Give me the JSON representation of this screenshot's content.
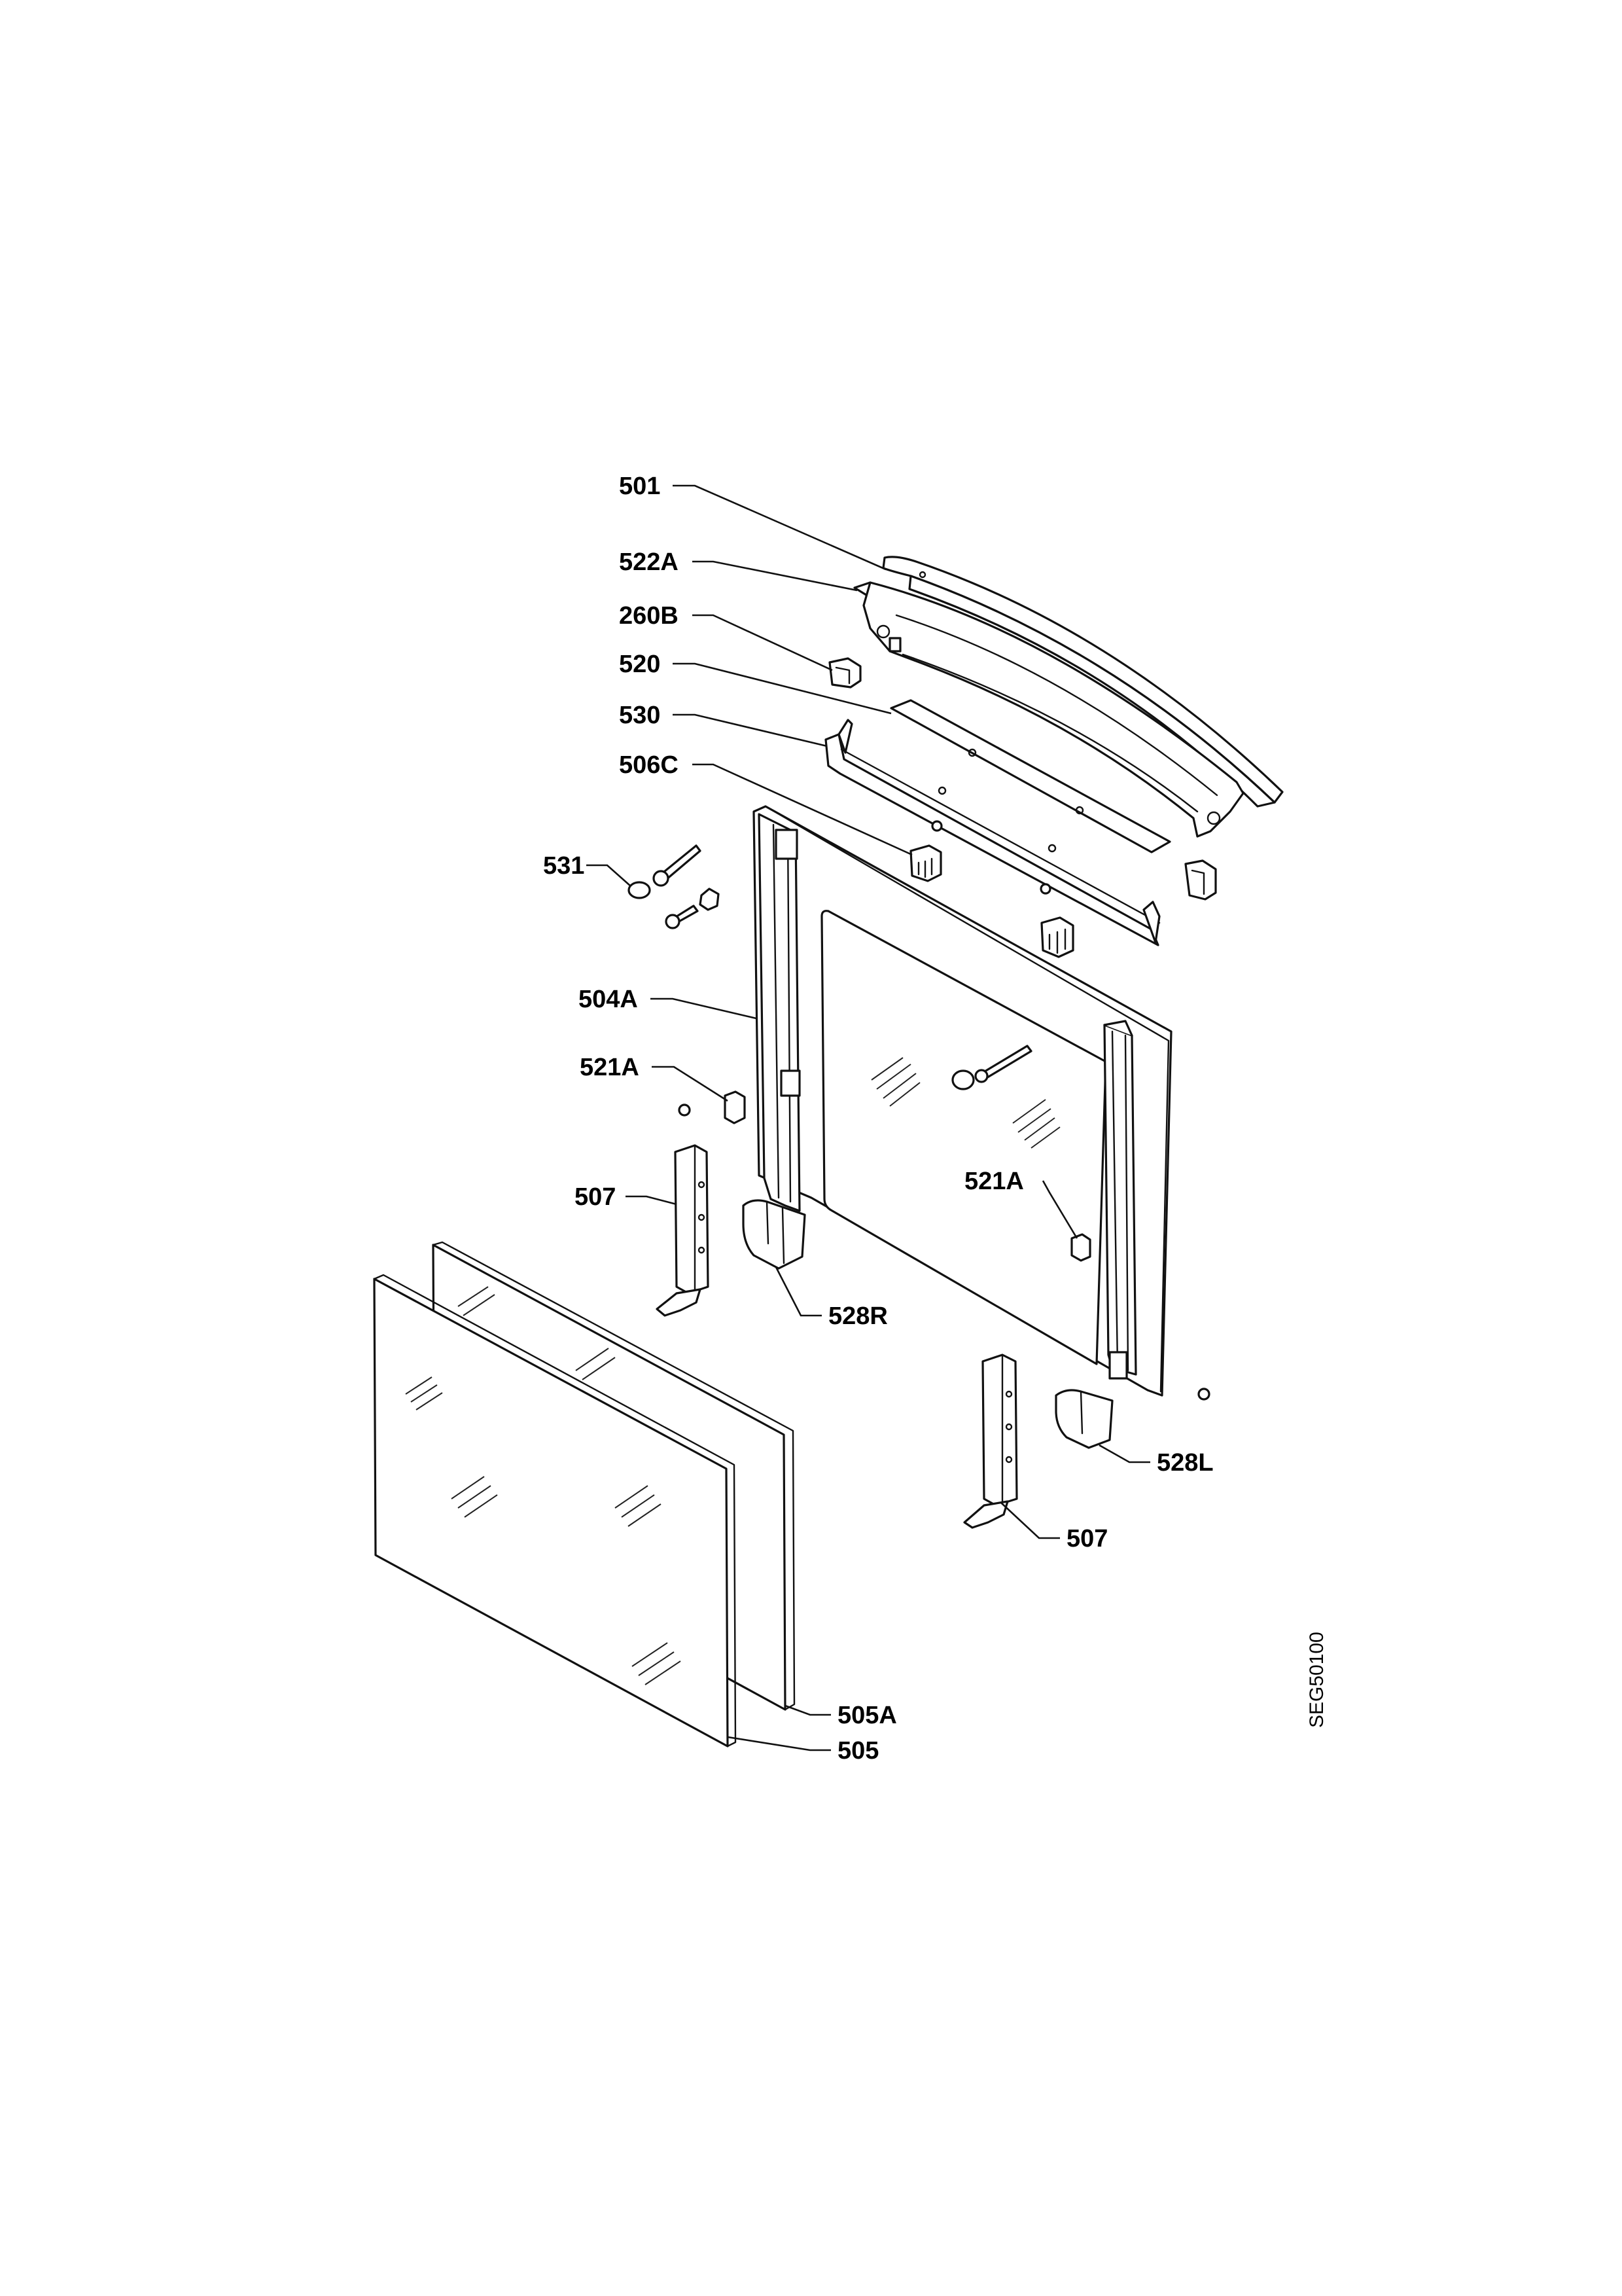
{
  "diagram_code": "SEG50100",
  "callouts": [
    {
      "id": "c501",
      "label": "501"
    },
    {
      "id": "c522a",
      "label": "522A"
    },
    {
      "id": "c260b",
      "label": "260B"
    },
    {
      "id": "c520",
      "label": "520"
    },
    {
      "id": "c530",
      "label": "530"
    },
    {
      "id": "c506c",
      "label": "506C"
    },
    {
      "id": "c531",
      "label": "531"
    },
    {
      "id": "c504a",
      "label": "504A"
    },
    {
      "id": "c521a_left",
      "label": "521A"
    },
    {
      "id": "c507_left",
      "label": "507"
    },
    {
      "id": "c521a_right",
      "label": "521A"
    },
    {
      "id": "c528r",
      "label": "528R"
    },
    {
      "id": "c528l",
      "label": "528L"
    },
    {
      "id": "c507_right",
      "label": "507"
    },
    {
      "id": "c505a",
      "label": "505A"
    },
    {
      "id": "c505",
      "label": "505"
    }
  ]
}
